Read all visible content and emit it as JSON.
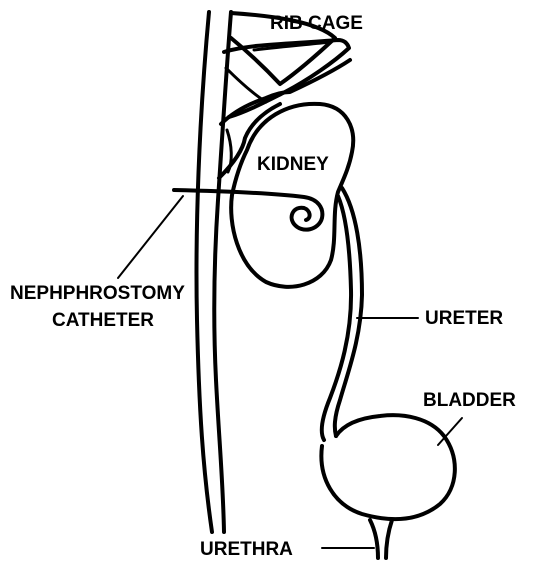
{
  "labels": {
    "rib_cage": "RIB CAGE",
    "kidney": "KIDNEY",
    "nephrostomy_line1": "NEPHPHROSTOMY",
    "nephrostomy_line2": "CATHETER",
    "ureter": "URETER",
    "bladder": "BLADDER",
    "urethra": "URETHRA"
  },
  "colors": {
    "ink": "#000000",
    "background": "#ffffff"
  }
}
